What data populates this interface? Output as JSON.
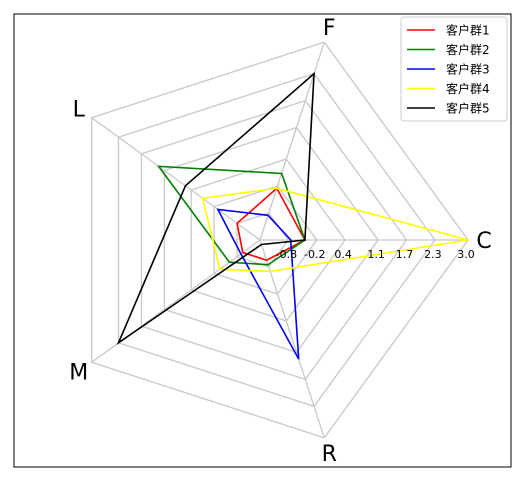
{
  "chart_data": {
    "type": "radar",
    "axes": [
      "F",
      "C",
      "R",
      "M",
      "L"
    ],
    "radial_ticks": [
      "-0.8",
      "-0.2",
      "0.4",
      "1.1",
      "1.7",
      "2.3",
      "3.0"
    ],
    "radial_range": [
      -1.4,
      3.0
    ],
    "grid": true,
    "legend_position": "top-right",
    "series": [
      {
        "name": "客户群1",
        "color": "#ff0000",
        "values": [
          -0.25,
          -0.45,
          -0.95,
          -0.95,
          -0.8
        ]
      },
      {
        "name": "客户群2",
        "color": "#008000",
        "values": [
          0.08,
          -0.45,
          -0.85,
          -0.6,
          1.25
        ]
      },
      {
        "name": "客户群3",
        "color": "#0000ff",
        "values": [
          -0.85,
          -0.75,
          1.25,
          -0.9,
          -0.3
        ]
      },
      {
        "name": "客户群4",
        "color": "#ffff00",
        "values": [
          -0.25,
          3.0,
          -0.7,
          -0.35,
          0.1
        ]
      },
      {
        "name": "客户群5",
        "color": "#000000",
        "values": [
          2.3,
          -0.45,
          -1.3,
          2.3,
          0.55
        ]
      }
    ]
  }
}
